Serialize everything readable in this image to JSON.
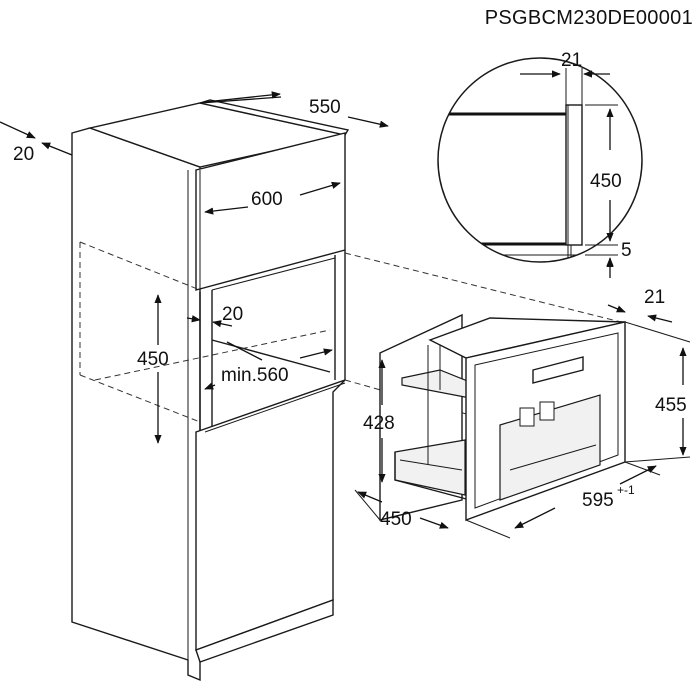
{
  "drawing_code": "PSGBCM230DE00001",
  "cabinet": {
    "side_offset": "20",
    "depth": "550",
    "width": "600",
    "niche_height": "450",
    "shelf_setback": "20",
    "min_niche_depth": "min.560"
  },
  "detail": {
    "panel_thickness": "21",
    "opening_height": "450",
    "gap": "5"
  },
  "appliance": {
    "front_depth": "21",
    "height": "455",
    "body_height": "428",
    "body_depth": "450",
    "width": "595",
    "width_tolerance": "+-1"
  }
}
